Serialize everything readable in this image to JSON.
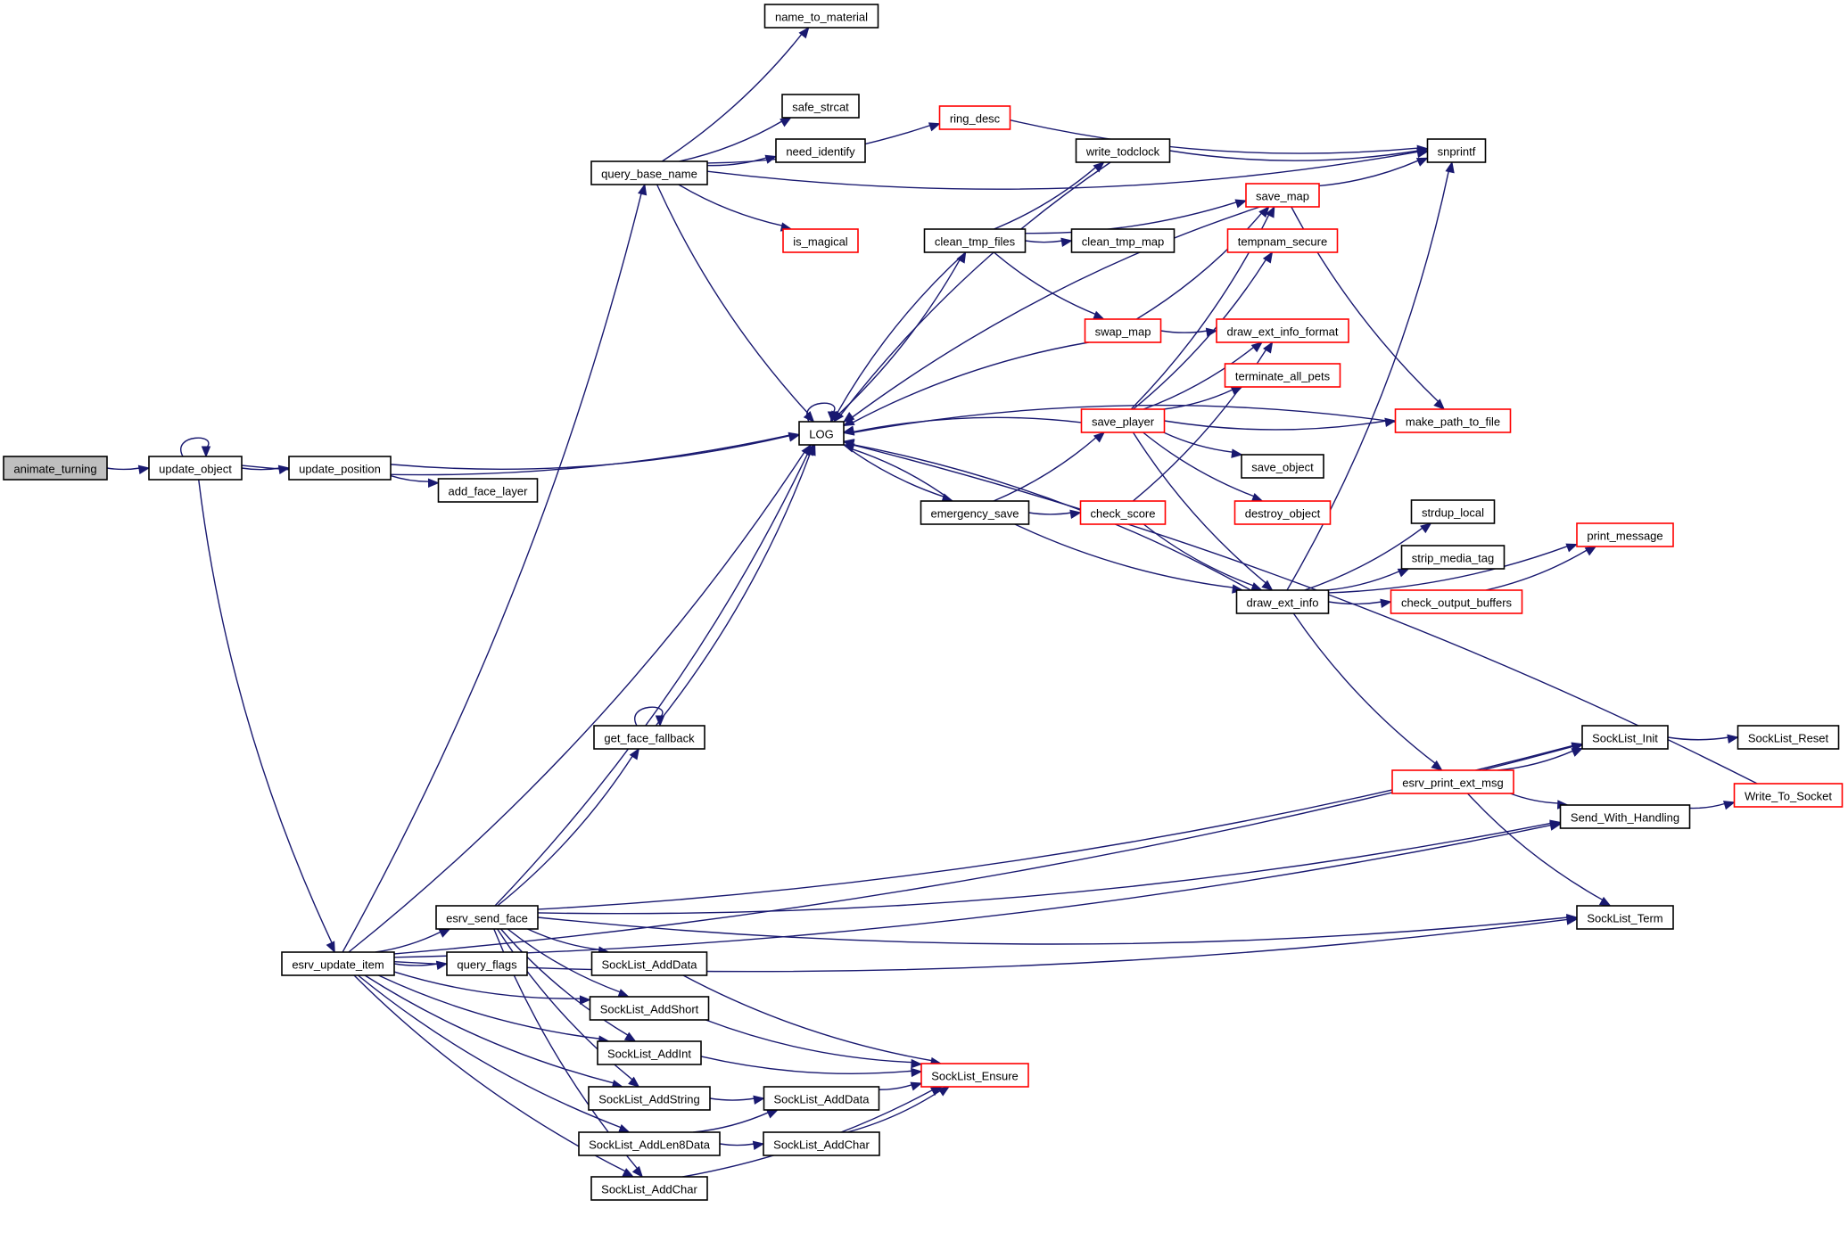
{
  "diagram": {
    "type": "call-graph",
    "colors": {
      "edge": "#191970",
      "border_default": "#000000",
      "border_truncated": "#ff0000",
      "root_fill": "#bfbfbf"
    },
    "nodes": [
      {
        "id": "animate_turning",
        "label": "animate_turning",
        "root": true
      },
      {
        "id": "update_object",
        "label": "update_object"
      },
      {
        "id": "update_position",
        "label": "update_position"
      },
      {
        "id": "add_face_layer",
        "label": "add_face_layer"
      },
      {
        "id": "query_base_name",
        "label": "query_base_name"
      },
      {
        "id": "name_to_material",
        "label": "name_to_material"
      },
      {
        "id": "safe_strcat",
        "label": "safe_strcat"
      },
      {
        "id": "need_identify",
        "label": "need_identify"
      },
      {
        "id": "is_magical",
        "label": "is_magical",
        "truncated": true
      },
      {
        "id": "ring_desc",
        "label": "ring_desc",
        "truncated": true
      },
      {
        "id": "write_todclock",
        "label": "write_todclock"
      },
      {
        "id": "snprintf",
        "label": "snprintf"
      },
      {
        "id": "save_map",
        "label": "save_map",
        "truncated": true
      },
      {
        "id": "clean_tmp_files",
        "label": "clean_tmp_files"
      },
      {
        "id": "clean_tmp_map",
        "label": "clean_tmp_map"
      },
      {
        "id": "tempnam_secure",
        "label": "tempnam_secure",
        "truncated": true
      },
      {
        "id": "swap_map",
        "label": "swap_map",
        "truncated": true
      },
      {
        "id": "draw_ext_info_format",
        "label": "draw_ext_info_format",
        "truncated": true
      },
      {
        "id": "terminate_all_pets",
        "label": "terminate_all_pets",
        "truncated": true
      },
      {
        "id": "LOG",
        "label": "LOG"
      },
      {
        "id": "save_player",
        "label": "save_player",
        "truncated": true
      },
      {
        "id": "make_path_to_file",
        "label": "make_path_to_file",
        "truncated": true
      },
      {
        "id": "save_object",
        "label": "save_object"
      },
      {
        "id": "emergency_save",
        "label": "emergency_save"
      },
      {
        "id": "check_score",
        "label": "check_score",
        "truncated": true
      },
      {
        "id": "destroy_object",
        "label": "destroy_object",
        "truncated": true
      },
      {
        "id": "strdup_local",
        "label": "strdup_local"
      },
      {
        "id": "print_message",
        "label": "print_message",
        "truncated": true
      },
      {
        "id": "strip_media_tag",
        "label": "strip_media_tag"
      },
      {
        "id": "draw_ext_info",
        "label": "draw_ext_info"
      },
      {
        "id": "check_output_buffers",
        "label": "check_output_buffers",
        "truncated": true
      },
      {
        "id": "get_face_fallback",
        "label": "get_face_fallback"
      },
      {
        "id": "SockList_Init",
        "label": "SockList_Init"
      },
      {
        "id": "SockList_Reset",
        "label": "SockList_Reset"
      },
      {
        "id": "esrv_print_ext_msg",
        "label": "esrv_print_ext_msg",
        "truncated": true
      },
      {
        "id": "Write_To_Socket",
        "label": "Write_To_Socket",
        "truncated": true
      },
      {
        "id": "Send_With_Handling",
        "label": "Send_With_Handling"
      },
      {
        "id": "esrv_send_face",
        "label": "esrv_send_face"
      },
      {
        "id": "SockList_Term",
        "label": "SockList_Term"
      },
      {
        "id": "esrv_update_item",
        "label": "esrv_update_item"
      },
      {
        "id": "query_flags",
        "label": "query_flags"
      },
      {
        "id": "SockList_AddData",
        "label": "SockList_AddData"
      },
      {
        "id": "SockList_AddShort",
        "label": "SockList_AddShort"
      },
      {
        "id": "SockList_AddInt",
        "label": "SockList_AddInt"
      },
      {
        "id": "SockList_Ensure",
        "label": "SockList_Ensure",
        "truncated": true
      },
      {
        "id": "SockList_AddString",
        "label": "SockList_AddString"
      },
      {
        "id": "SockList_AddData_2",
        "label": "SockList_AddData"
      },
      {
        "id": "SockList_AddLen8Data",
        "label": "SockList_AddLen8Data"
      },
      {
        "id": "SockList_AddChar_2",
        "label": "SockList_AddChar"
      },
      {
        "id": "SockList_AddChar",
        "label": "SockList_AddChar"
      }
    ],
    "edges": [
      [
        "animate_turning",
        "update_object"
      ],
      [
        "update_object",
        "update_object"
      ],
      [
        "update_object",
        "update_position"
      ],
      [
        "update_object",
        "LOG"
      ],
      [
        "update_object",
        "esrv_update_item"
      ],
      [
        "update_position",
        "add_face_layer"
      ],
      [
        "update_position",
        "LOG"
      ],
      [
        "query_base_name",
        "name_to_material"
      ],
      [
        "query_base_name",
        "snprintf"
      ],
      [
        "query_base_name",
        "safe_strcat"
      ],
      [
        "query_base_name",
        "need_identify"
      ],
      [
        "query_base_name",
        "ring_desc"
      ],
      [
        "query_base_name",
        "is_magical"
      ],
      [
        "query_base_name",
        "LOG"
      ],
      [
        "ring_desc",
        "snprintf"
      ],
      [
        "write_todclock",
        "snprintf"
      ],
      [
        "write_todclock",
        "LOG"
      ],
      [
        "save_map",
        "snprintf"
      ],
      [
        "save_map",
        "make_path_to_file"
      ],
      [
        "save_map",
        "LOG"
      ],
      [
        "clean_tmp_files",
        "write_todclock"
      ],
      [
        "clean_tmp_files",
        "save_map"
      ],
      [
        "clean_tmp_files",
        "clean_tmp_map"
      ],
      [
        "clean_tmp_files",
        "swap_map"
      ],
      [
        "clean_tmp_files",
        "LOG"
      ],
      [
        "swap_map",
        "save_map"
      ],
      [
        "swap_map",
        "draw_ext_info_format"
      ],
      [
        "swap_map",
        "LOG"
      ],
      [
        "LOG",
        "LOG"
      ],
      [
        "LOG",
        "clean_tmp_files"
      ],
      [
        "LOG",
        "emergency_save"
      ],
      [
        "save_player",
        "tempnam_secure"
      ],
      [
        "save_player",
        "save_map"
      ],
      [
        "save_player",
        "draw_ext_info_format"
      ],
      [
        "save_player",
        "terminate_all_pets"
      ],
      [
        "save_player",
        "make_path_to_file"
      ],
      [
        "save_player",
        "save_object"
      ],
      [
        "save_player",
        "destroy_object"
      ],
      [
        "save_player",
        "draw_ext_info"
      ],
      [
        "save_player",
        "LOG"
      ],
      [
        "emergency_save",
        "save_player"
      ],
      [
        "emergency_save",
        "check_score"
      ],
      [
        "emergency_save",
        "draw_ext_info"
      ],
      [
        "emergency_save",
        "LOG"
      ],
      [
        "check_score",
        "draw_ext_info_format"
      ],
      [
        "check_score",
        "draw_ext_info"
      ],
      [
        "draw_ext_info",
        "snprintf"
      ],
      [
        "draw_ext_info",
        "strdup_local"
      ],
      [
        "draw_ext_info",
        "strip_media_tag"
      ],
      [
        "draw_ext_info",
        "check_output_buffers"
      ],
      [
        "draw_ext_info",
        "print_message"
      ],
      [
        "draw_ext_info",
        "esrv_print_ext_msg"
      ],
      [
        "draw_ext_info",
        "LOG"
      ],
      [
        "make_path_to_file",
        "LOG"
      ],
      [
        "check_output_buffers",
        "print_message"
      ],
      [
        "get_face_fallback",
        "get_face_fallback"
      ],
      [
        "get_face_fallback",
        "LOG"
      ],
      [
        "SockList_Init",
        "SockList_Reset"
      ],
      [
        "esrv_print_ext_msg",
        "SockList_Init"
      ],
      [
        "esrv_print_ext_msg",
        "Send_With_Handling"
      ],
      [
        "esrv_print_ext_msg",
        "SockList_Term"
      ],
      [
        "Send_With_Handling",
        "Write_To_Socket"
      ],
      [
        "Write_To_Socket",
        "LOG"
      ],
      [
        "esrv_send_face",
        "get_face_fallback"
      ],
      [
        "esrv_send_face",
        "LOG"
      ],
      [
        "esrv_send_face",
        "SockList_Init"
      ],
      [
        "esrv_send_face",
        "Send_With_Handling"
      ],
      [
        "esrv_send_face",
        "SockList_Term"
      ],
      [
        "esrv_send_face",
        "SockList_AddData"
      ],
      [
        "esrv_send_face",
        "SockList_AddShort"
      ],
      [
        "esrv_send_face",
        "SockList_AddInt"
      ],
      [
        "esrv_send_face",
        "SockList_AddString"
      ],
      [
        "esrv_send_face",
        "SockList_AddChar"
      ],
      [
        "esrv_update_item",
        "query_base_name"
      ],
      [
        "esrv_update_item",
        "LOG"
      ],
      [
        "esrv_update_item",
        "SockList_Init"
      ],
      [
        "esrv_update_item",
        "Send_With_Handling"
      ],
      [
        "esrv_update_item",
        "esrv_send_face"
      ],
      [
        "esrv_update_item",
        "query_flags"
      ],
      [
        "esrv_update_item",
        "SockList_AddShort"
      ],
      [
        "esrv_update_item",
        "SockList_AddInt"
      ],
      [
        "esrv_update_item",
        "SockList_AddString"
      ],
      [
        "esrv_update_item",
        "SockList_AddLen8Data"
      ],
      [
        "esrv_update_item",
        "SockList_AddChar"
      ],
      [
        "esrv_update_item",
        "SockList_Term"
      ],
      [
        "SockList_AddData",
        "SockList_Ensure"
      ],
      [
        "SockList_AddShort",
        "SockList_Ensure"
      ],
      [
        "SockList_AddInt",
        "SockList_Ensure"
      ],
      [
        "SockList_AddString",
        "SockList_AddData_2"
      ],
      [
        "SockList_AddData_2",
        "SockList_Ensure"
      ],
      [
        "SockList_AddLen8Data",
        "SockList_AddData_2"
      ],
      [
        "SockList_AddLen8Data",
        "SockList_AddChar_2"
      ],
      [
        "SockList_AddChar_2",
        "SockList_Ensure"
      ],
      [
        "SockList_AddChar",
        "SockList_Ensure"
      ]
    ]
  }
}
